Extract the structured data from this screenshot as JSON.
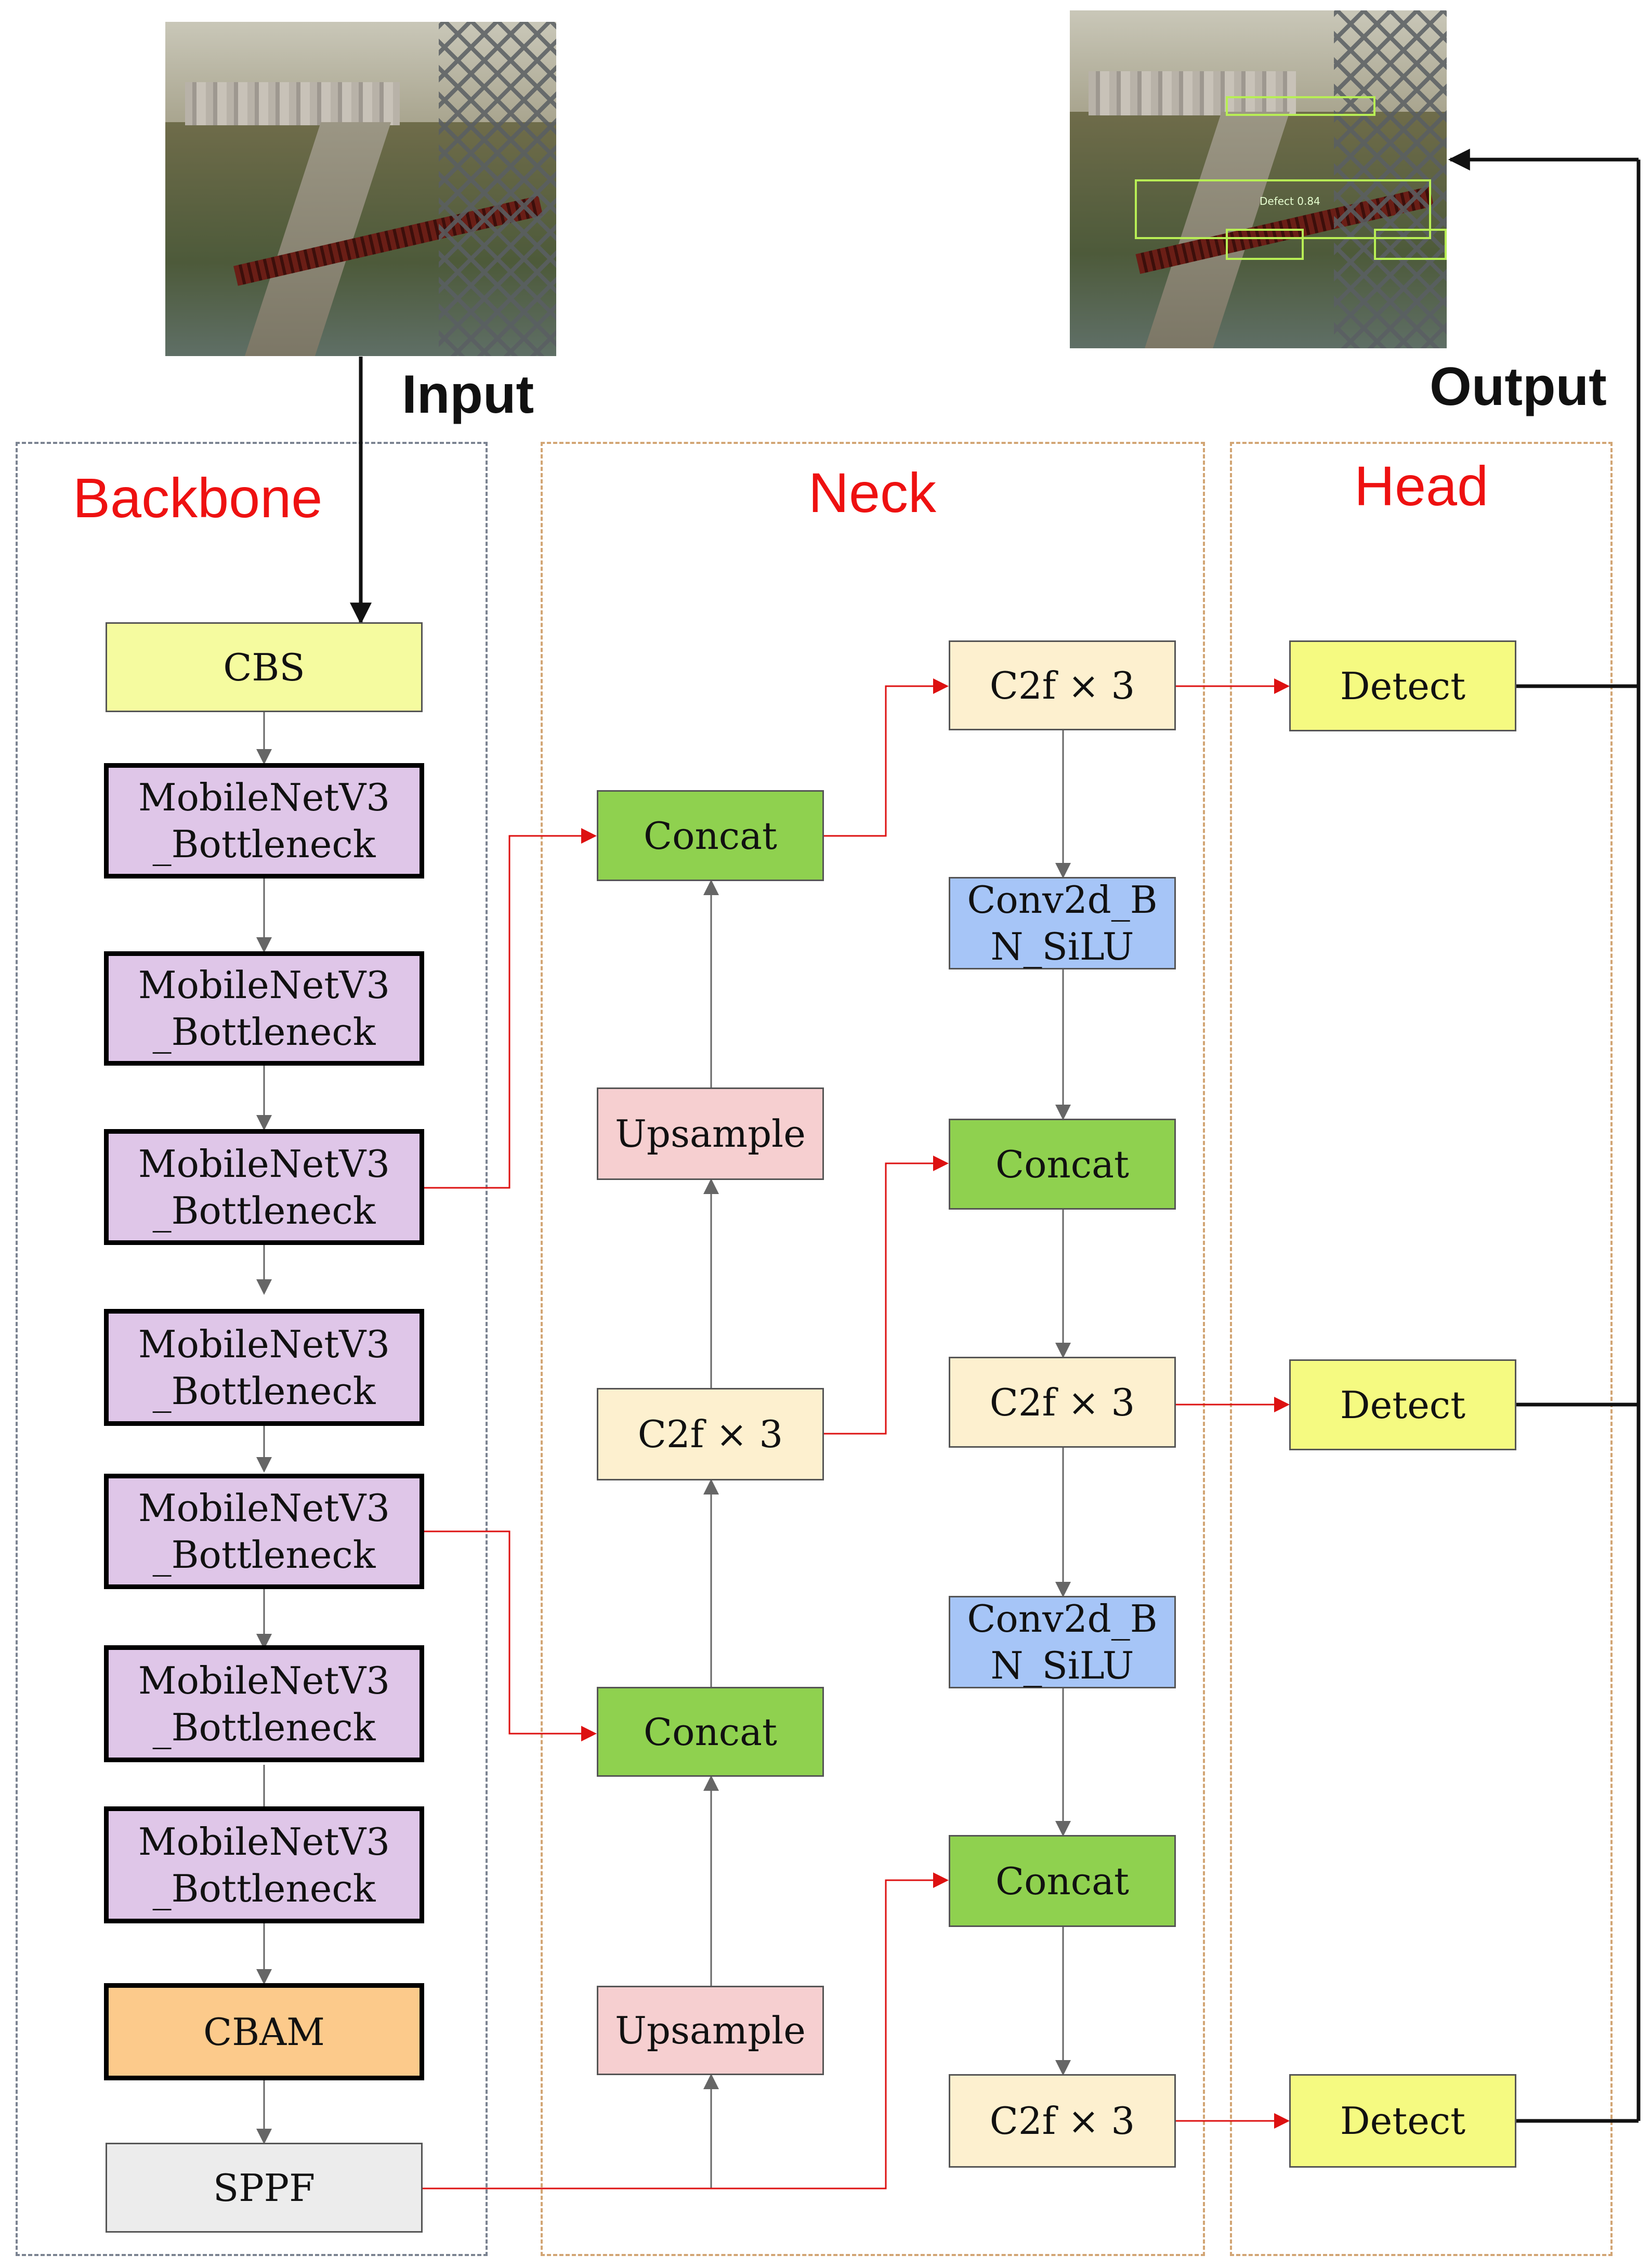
{
  "sections": {
    "backbone": "Backbone",
    "neck": "Neck",
    "head": "Head"
  },
  "io": {
    "input_label": "Input",
    "output_label": "Output"
  },
  "output_detections": [
    {
      "label": "Defect 0.84"
    }
  ],
  "nodes": {
    "cbs": "CBS",
    "bb1": "MobileNetV3\n_Bottleneck",
    "bb2": "MobileNetV3\n_Bottleneck",
    "bb3": "MobileNetV3\n_Bottleneck",
    "bb4": "MobileNetV3\n_Bottleneck",
    "bb5": "MobileNetV3\n_Bottleneck",
    "bb6": "MobileNetV3\n_Bottleneck",
    "bb7": "MobileNetV3\n_Bottleneck",
    "cbam": "CBAM",
    "sppf": "SPPF",
    "concat_a": "Concat",
    "upsample_a": "Upsample",
    "c2f_a": "C2f × 3",
    "concat_b": "Concat",
    "upsample_b": "Upsample",
    "c2f_top": "C2f × 3",
    "conv_a": "Conv2d_B\nN_SiLU",
    "concat_c": "Concat",
    "c2f_mid": "C2f × 3",
    "conv_b": "Conv2d_B\nN_SiLU",
    "concat_d": "Concat",
    "c2f_bot": "C2f × 3",
    "detect_1": "Detect",
    "detect_2": "Detect",
    "detect_3": "Detect"
  },
  "colors": {
    "cbs": "#f5fb9f",
    "bottleneck": "#dfc6e8",
    "cbam": "#fcca8b",
    "sppf": "#ececec",
    "concat": "#8fd14f",
    "upsample": "#f6cfd0",
    "c2f": "#fdf0cf",
    "conv": "#a6c5f7",
    "detect": "#f5fa81",
    "section_title": "#ee1111",
    "skip_arrow": "#dd1111",
    "flow_arrow": "#666666",
    "backbone_border": "#7b8391",
    "neck_border": "#d2a574"
  }
}
